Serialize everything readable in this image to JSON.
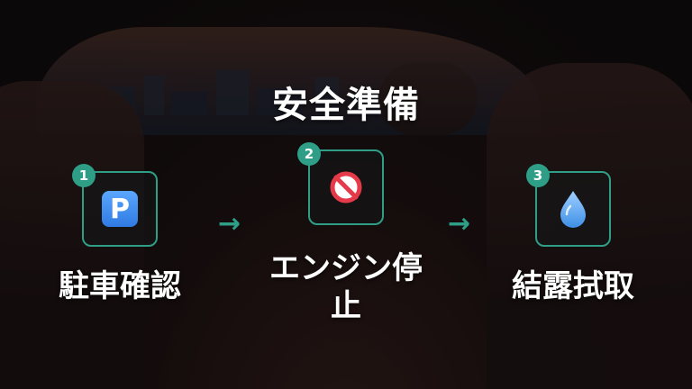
{
  "title": "安全準備",
  "steps": [
    {
      "number": "1",
      "icon": "parking-icon",
      "icon_text": "P",
      "label_line1": "駐車確認",
      "label_line2": ""
    },
    {
      "number": "2",
      "icon": "no-entry-icon",
      "label_line1": "エンジン停",
      "label_line2": "止"
    },
    {
      "number": "3",
      "icon": "water-drop-icon",
      "label_line1": "結露拭取",
      "label_line2": ""
    }
  ],
  "arrow_glyph": "→",
  "colors": {
    "accent": "#2e9e86",
    "parking": "#3a8ef0",
    "no_entry": "#e53a4a",
    "drop": "#6fb6ff"
  }
}
